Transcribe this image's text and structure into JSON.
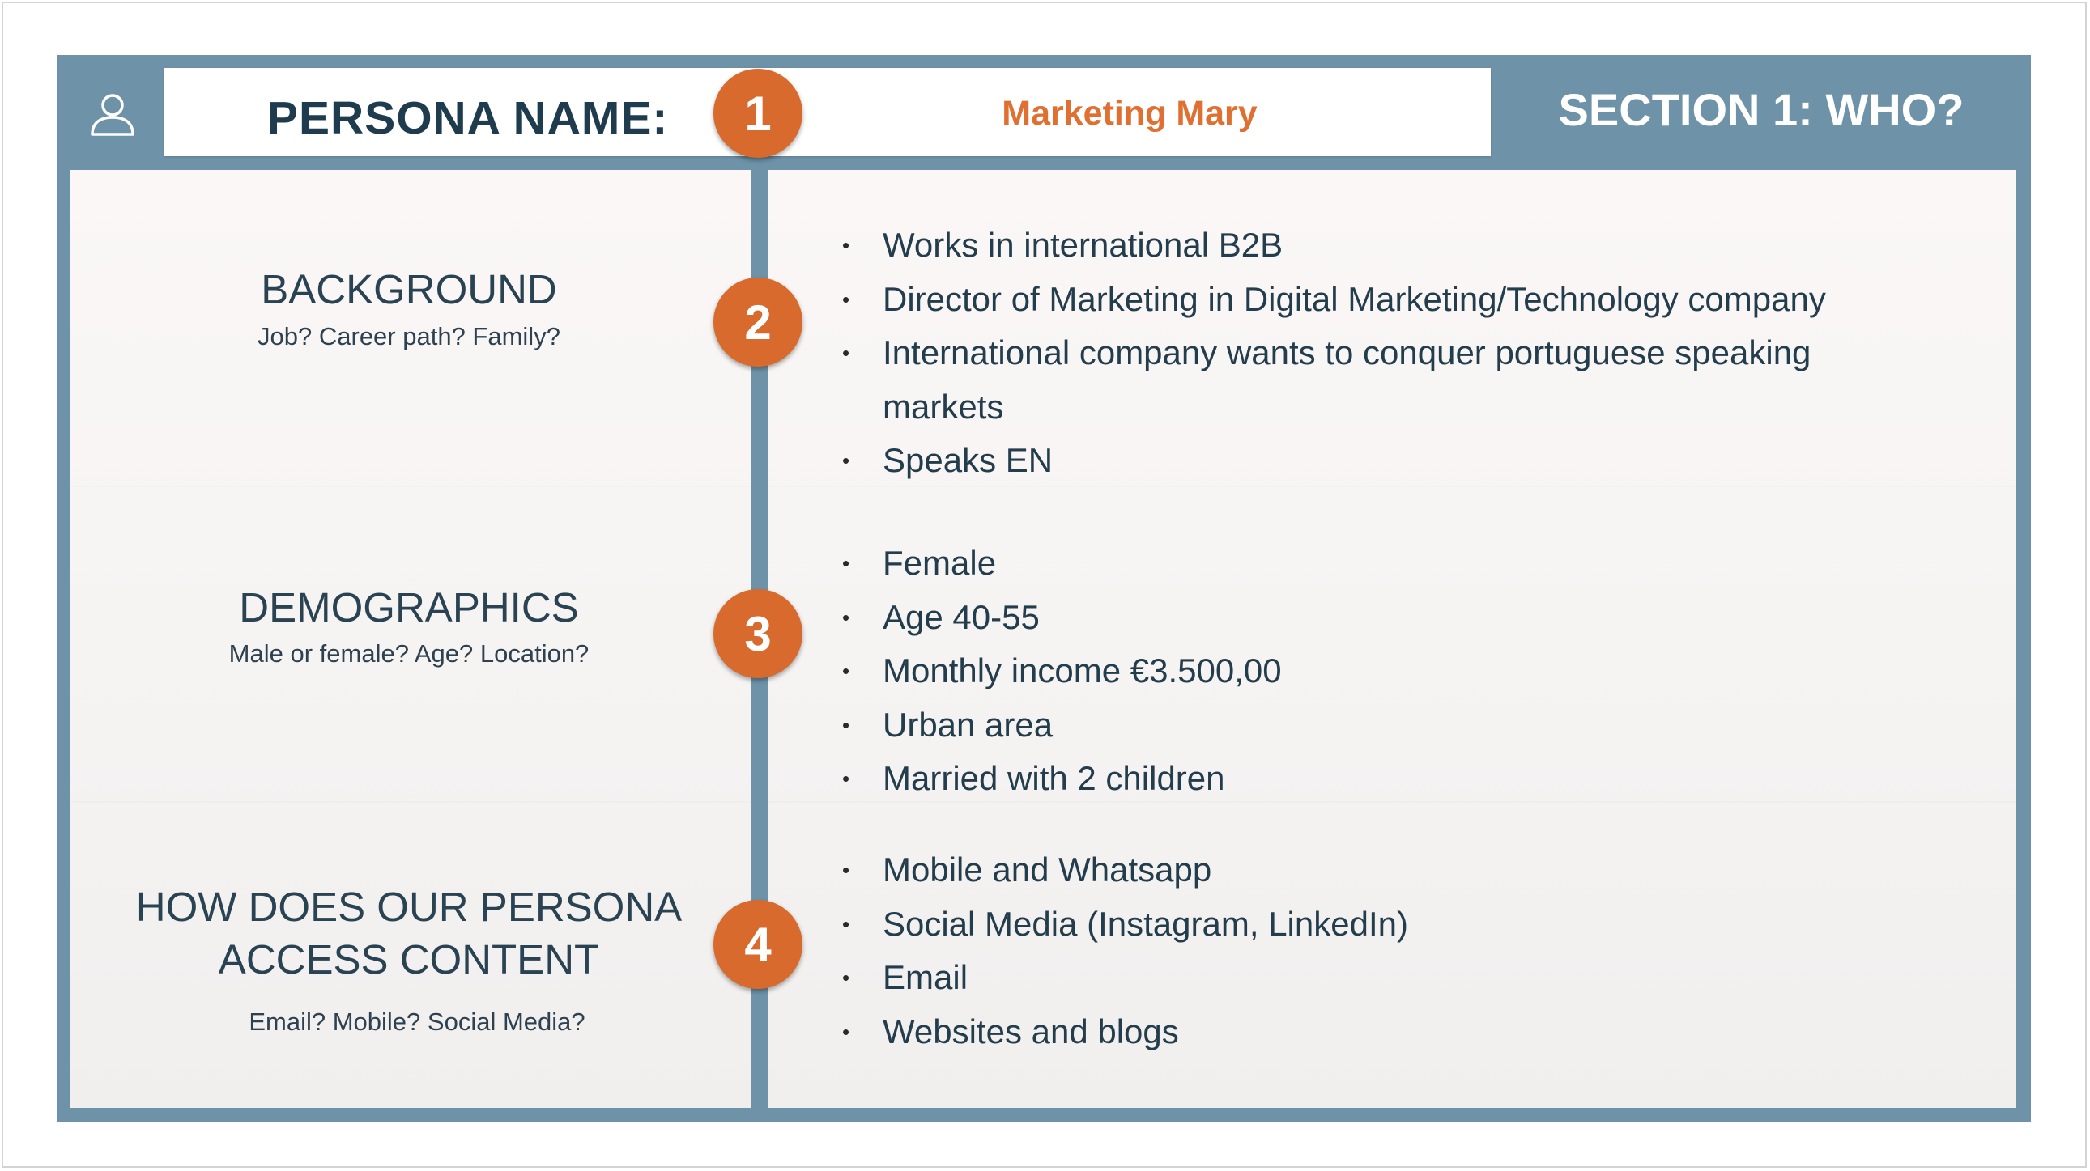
{
  "header": {
    "persona_label": "PERSONA NAME:",
    "persona_name": "Marketing Mary",
    "section_title": "SECTION 1: WHO?"
  },
  "rows": [
    {
      "number": "1"
    },
    {
      "number": "2",
      "title": "BACKGROUND",
      "subtitle": "Job? Career path? Family?",
      "bullets": [
        "Works in international B2B",
        "Director of Marketing in Digital Marketing/Technology company",
        "International company wants to conquer portuguese speaking markets",
        "Speaks EN"
      ]
    },
    {
      "number": "3",
      "title": "DEMOGRAPHICS",
      "subtitle": "Male or female? Age? Location?",
      "bullets": [
        "Female",
        "Age 40-55",
        "Monthly income €3.500,00",
        "Urban area",
        "Married with 2 children"
      ]
    },
    {
      "number": "4",
      "title": "HOW DOES OUR PERSONA ACCESS CONTENT",
      "subtitle": "Email? Mobile? Social Media?",
      "bullets": [
        "Mobile and Whatsapp",
        "Social Media (Instagram, LinkedIn)",
        "Email",
        "Websites and blogs"
      ]
    }
  ],
  "icons": {
    "header_icon": "user-icon"
  },
  "colors": {
    "frame": "#6e93a8",
    "accent": "#d86a2d",
    "persona_name": "#e07032",
    "heading": "#1f3c4e"
  }
}
